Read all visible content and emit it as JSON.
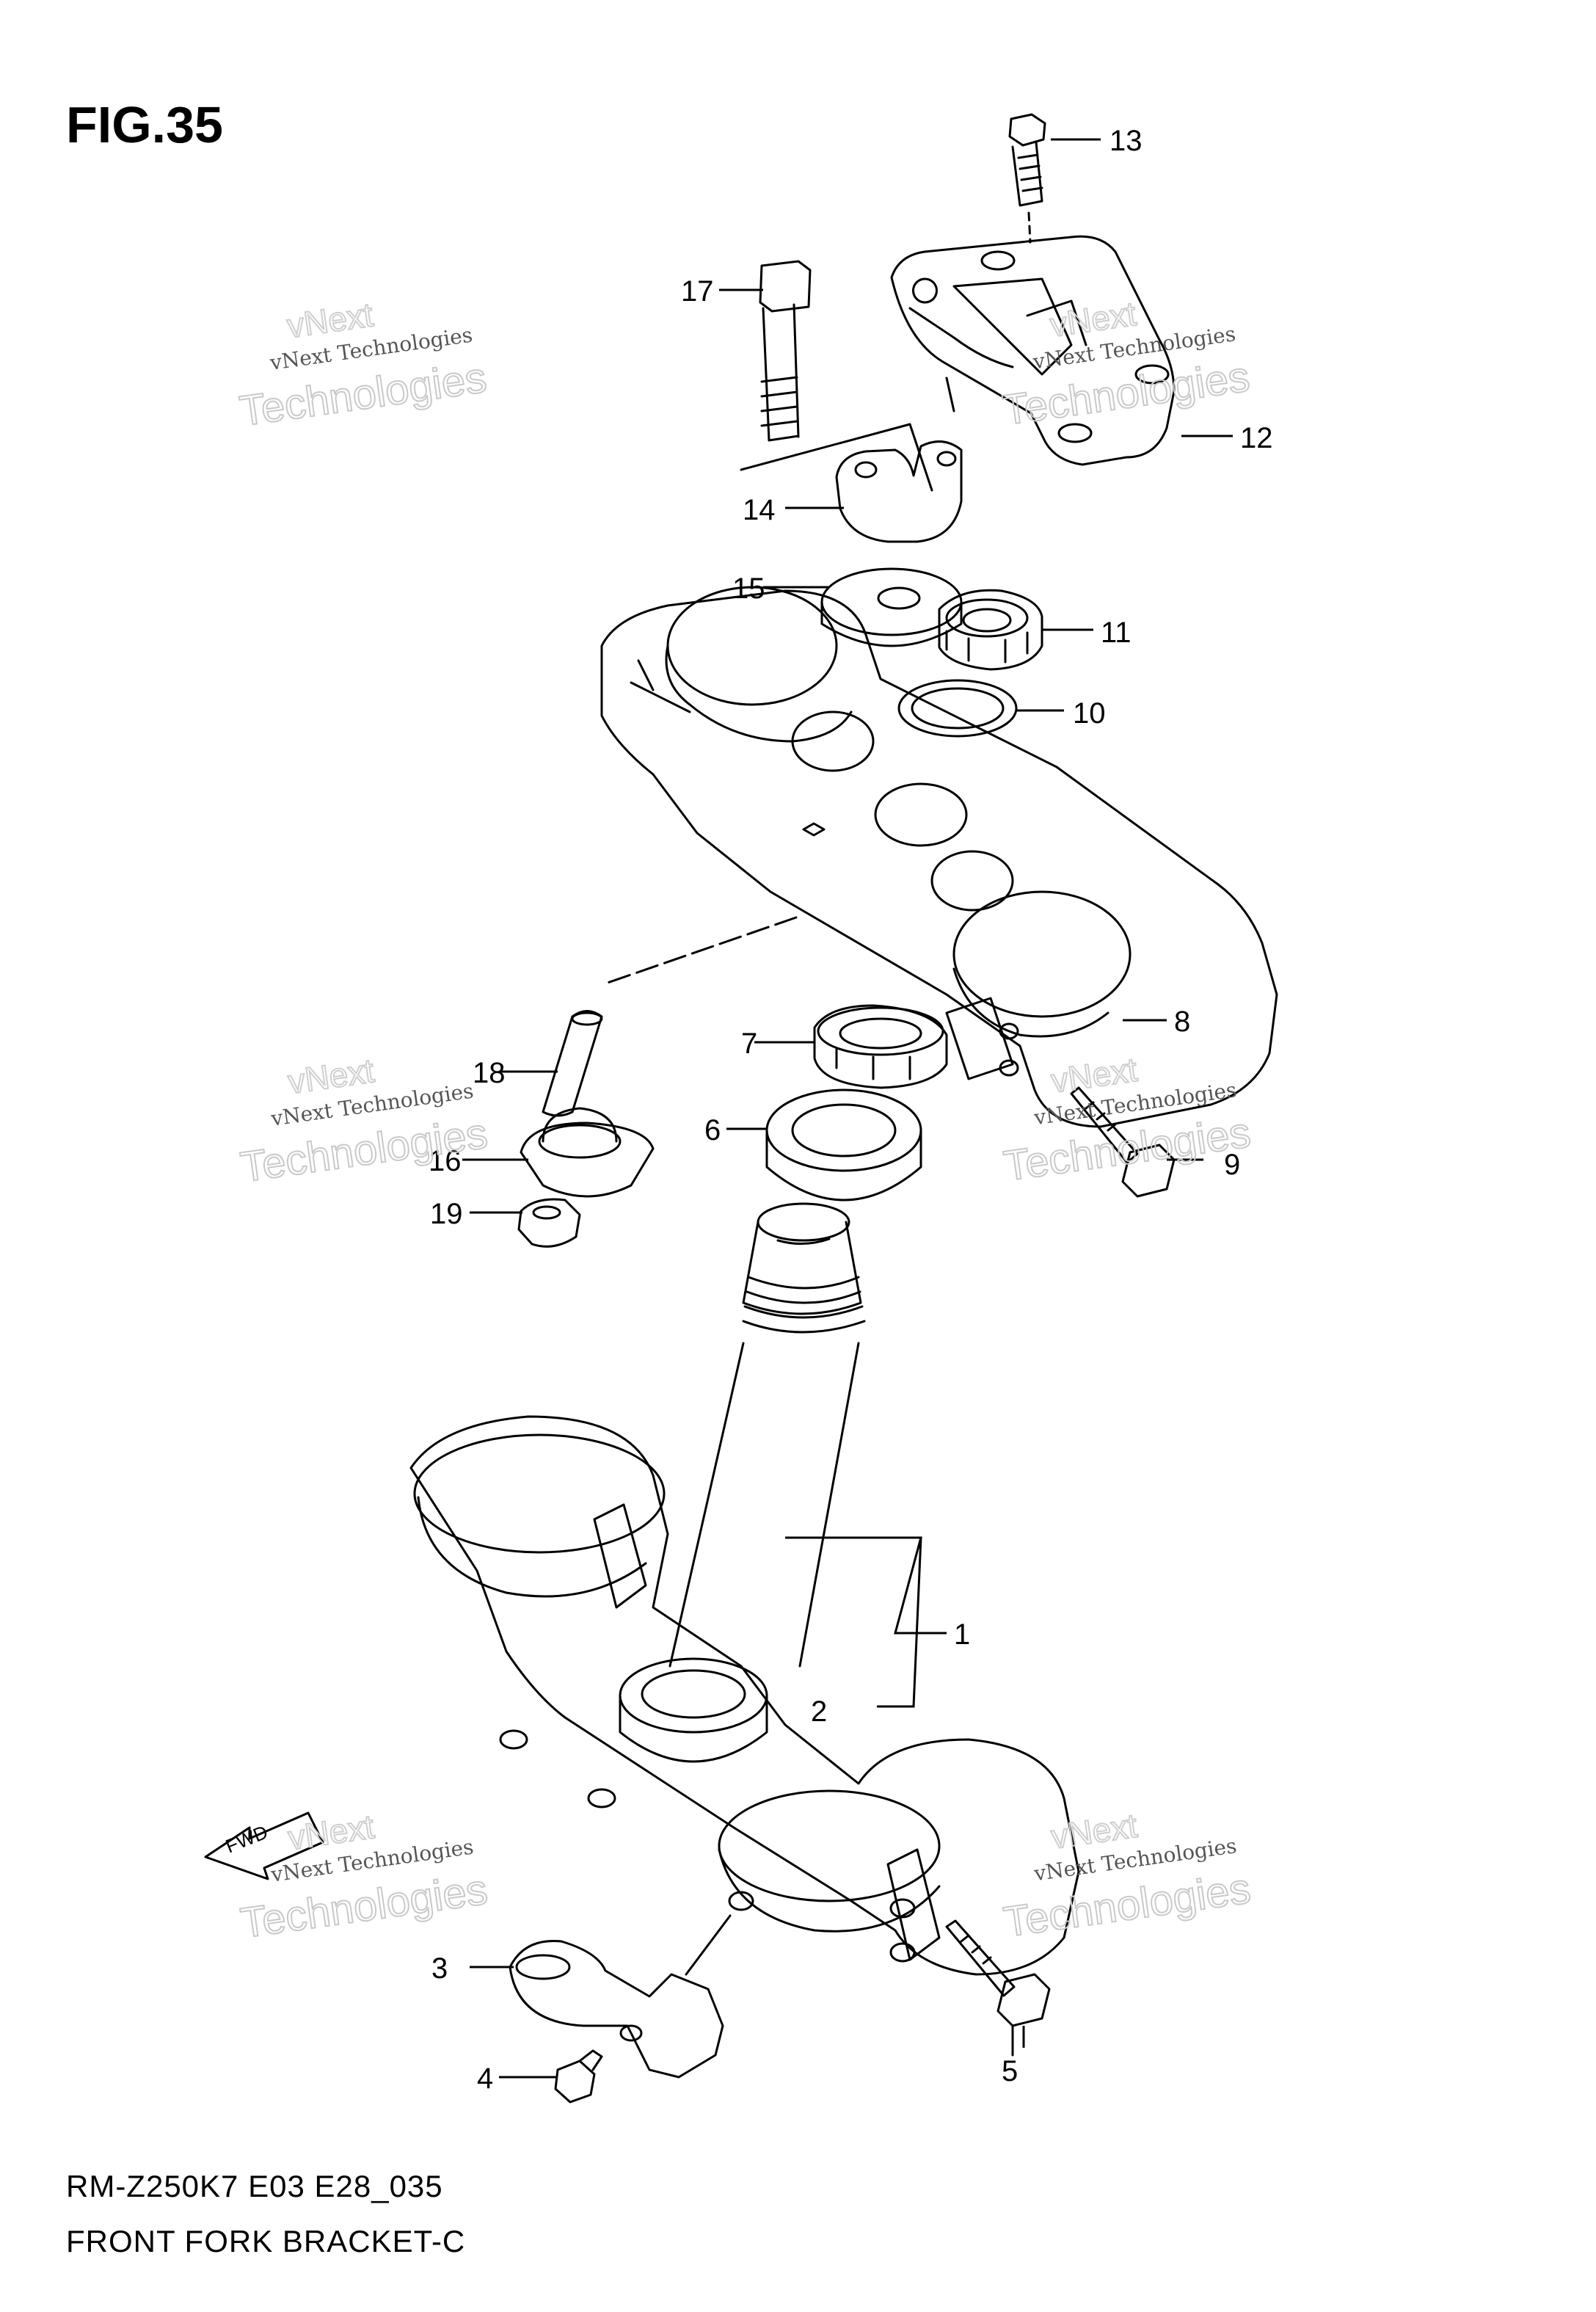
{
  "figure": {
    "title": "FIG.35",
    "code": "RM-Z250K7 E03 E28_035",
    "caption": "FRONT FORK BRACKET-C"
  },
  "watermark": {
    "line1": "vNext Technologies",
    "line2": "Technologies",
    "line3": "vNext"
  },
  "callouts": [
    "1",
    "2",
    "3",
    "4",
    "5",
    "6",
    "7",
    "8",
    "9",
    "10",
    "11",
    "12",
    "13",
    "14",
    "15",
    "16",
    "17",
    "18",
    "19"
  ],
  "fwd_label": "FWD",
  "colors": {
    "line": "#000000",
    "watermark": "#c9c9c9",
    "background": "#ffffff"
  }
}
